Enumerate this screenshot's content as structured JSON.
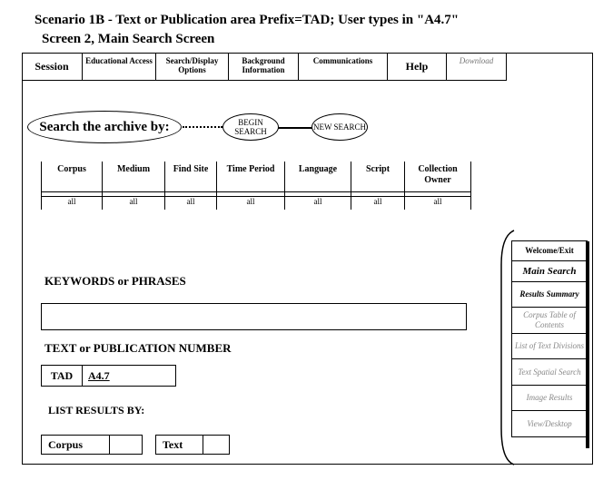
{
  "header": {
    "line1": "Scenario 1B - Text or Publication area Prefix=TAD; User types in \"A4.7\"",
    "line2": "Screen 2, Main Search Screen"
  },
  "menu": {
    "session": "Session",
    "educational": "Educational Access",
    "search_display": "Search/Display Options",
    "background": "Background Information",
    "communications": "Communications",
    "help": "Help",
    "download": "Download"
  },
  "search": {
    "label": "Search the archive by:",
    "begin": "BEGIN SEARCH",
    "new": "NEW SEARCH"
  },
  "filters": {
    "columns": [
      "Corpus",
      "Medium",
      "Find Site",
      "Time Period",
      "Language",
      "Script",
      "Collection Owner"
    ],
    "values": [
      "all",
      "all",
      "all",
      "all",
      "all",
      "all",
      "all"
    ]
  },
  "keywords": {
    "label": "KEYWORDS or PHRASES",
    "value": ""
  },
  "text_number": {
    "label": "TEXT or PUBLICATION NUMBER",
    "prefix": "TAD",
    "value": "A4.7"
  },
  "list_results": {
    "label": "LIST RESULTS BY:",
    "option1": "Corpus",
    "option2": "Text"
  },
  "sidebar": {
    "welcome": "Welcome/Exit",
    "main_search": "Main Search",
    "results_summary": "Results Summary",
    "corpus_toc": "Corpus Table of Contents",
    "list_divisions": "List of Text Divisions",
    "spatial": "Text Spatial Search",
    "image_results": "Image Results",
    "view_desktop": "View/Desktop"
  }
}
